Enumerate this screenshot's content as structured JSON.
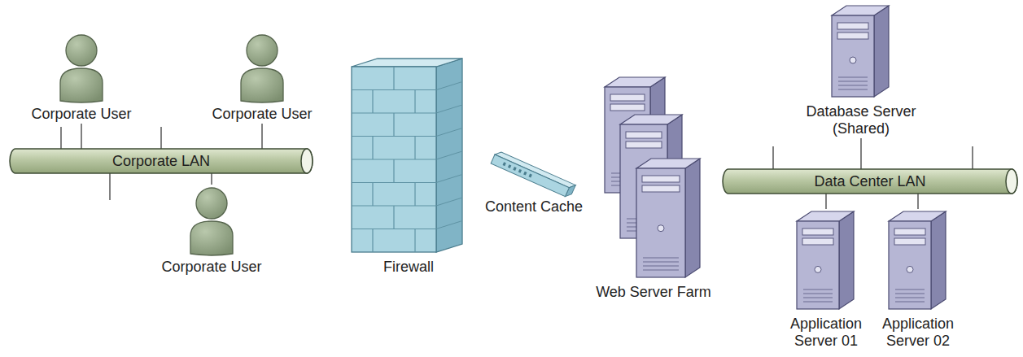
{
  "diagram": {
    "nodes": [
      {
        "text": [
          "Corporate User"
        ]
      },
      {
        "text": [
          "Corporate User"
        ]
      },
      {
        "text": [
          "Corporate LAN"
        ]
      },
      {
        "text": [
          "Corporate User"
        ]
      },
      {
        "text": [
          "Firewall"
        ]
      },
      {
        "text": [
          "Content Cache"
        ]
      },
      {
        "text": [
          "Web Server Farm"
        ]
      },
      {
        "text": [
          "Database Server (Shared)"
        ]
      },
      {
        "text": [
          "Data Center LAN"
        ]
      },
      {
        "text": [
          "Application Server 01"
        ]
      },
      {
        "text": [
          "Application Server 02"
        ]
      }
    ],
    "edges": [
      {
        "from": 0,
        "to": 2,
        "arrow": "none"
      },
      {
        "from": 1,
        "to": 2,
        "arrow": "none"
      },
      {
        "from": 3,
        "to": 2,
        "arrow": "none"
      },
      {
        "from": 7,
        "to": 8,
        "arrow": "none"
      },
      {
        "from": 9,
        "to": 8,
        "arrow": "none"
      },
      {
        "from": 10,
        "to": 8,
        "arrow": "none"
      }
    ]
  }
}
